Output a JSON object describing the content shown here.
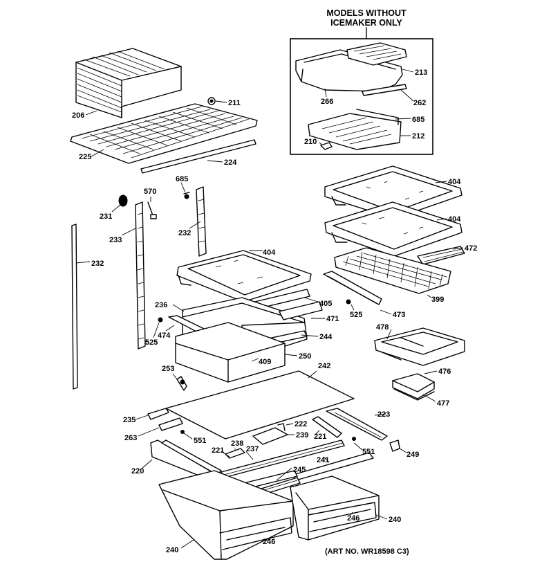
{
  "inset": {
    "title_line1": "MODELS WITHOUT",
    "title_line2": "ICEMAKER ONLY"
  },
  "art_number": "(ART NO. WR18598 C3)",
  "labels": {
    "p206": "206",
    "p211": "211",
    "p225": "225",
    "p224": "224",
    "p213": "213",
    "p266": "266",
    "p262": "262",
    "p685a": "685",
    "p212": "212",
    "p210": "210",
    "p685b": "685",
    "p570": "570",
    "p231": "231",
    "p233": "233",
    "p232a": "232",
    "p232b": "232",
    "p404a": "404",
    "p404b": "404",
    "p404c": "404",
    "p472": "472",
    "p399": "399",
    "p473": "473",
    "p525a": "525",
    "p405": "405",
    "p236": "236",
    "p471": "471",
    "p474": "474",
    "p525b": "525",
    "p244": "244",
    "p250": "250",
    "p409": "409",
    "p253": "253",
    "p242": "242",
    "p478": "478",
    "p476": "476",
    "p477": "477",
    "p235": "235",
    "p222": "222",
    "p263": "263",
    "p551a": "551",
    "p239": "239",
    "p221a": "221",
    "p223": "223",
    "p221b": "221",
    "p238": "238",
    "p237": "237",
    "p551b": "551",
    "p249": "249",
    "p220": "220",
    "p241": "241",
    "p245": "245",
    "p246a": "246",
    "p246b": "246",
    "p240a": "240",
    "p240b": "240"
  }
}
